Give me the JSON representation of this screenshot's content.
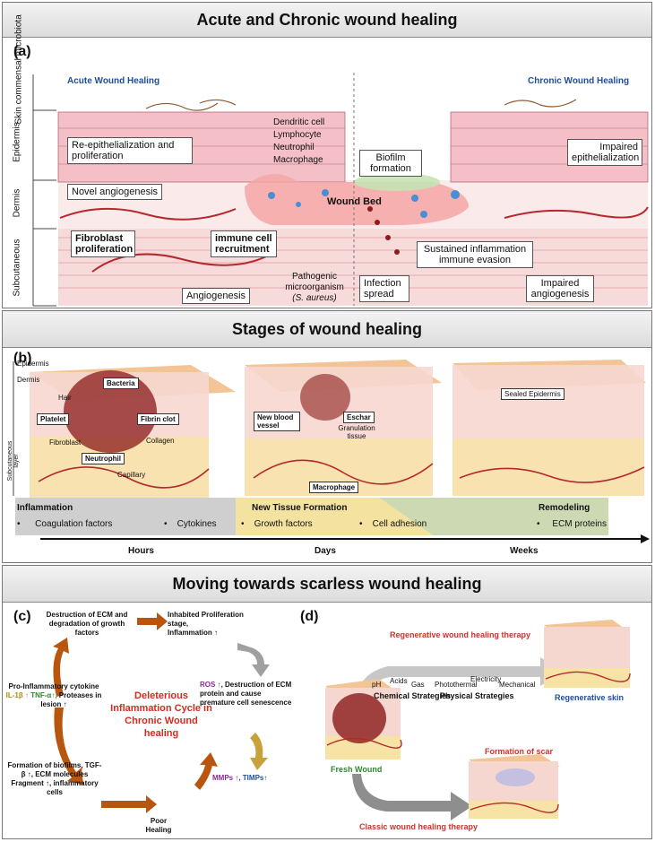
{
  "panel_a": {
    "banner": "Acute and Chronic wound healing",
    "label": "(a)",
    "layers": [
      "Skin commensal microbiota",
      "Epidermis",
      "Dermis",
      "Subcutaneous"
    ],
    "acute_title": "Acute Wound Healing",
    "chronic_title": "Chronic Wound Healing",
    "reepi": "Re-epithelialization and proliferation",
    "angio_novel": "Novel angiogenesis",
    "fibroblast": "Fibroblast proliferation",
    "immune_recruit": "immune cell recruitment",
    "angiogenesis": "Angiogenesis",
    "cells": [
      "Dendritic cell",
      "Lymphocyte",
      "Neutrophil",
      "Macrophage"
    ],
    "wound_bed": "Wound Bed",
    "biofilm": "Biofilm formation",
    "impaired_epi": "Impaired epithelialization",
    "sustained": "Sustained inflammation immune evasion",
    "pathogen": "Pathogenic microorganism",
    "pathogen_species": "(S. aureus)",
    "infection": "Infection spread",
    "impaired_angio": "Impaired angiogenesis"
  },
  "panel_b": {
    "banner": "Stages of wound healing",
    "label": "(b)",
    "side_labels": [
      "Epidermis",
      "Dermis",
      "Subcutaneous layer"
    ],
    "block1": {
      "hair": "Hair",
      "bacteria": "Bacteria",
      "platelet": "Platelet",
      "fibrin": "Fibrin clot",
      "fibroblast": "Fibroblast",
      "collagen": "Collagen",
      "neutrophil": "Neutrophil",
      "capillary": "Capillary"
    },
    "block2": {
      "vessel": "New blood vessel",
      "eschar": "Eschar",
      "granulation": "Granulation tissue",
      "macrophage": "Macrophage"
    },
    "block3": {
      "sealed": "Sealed Epidermis"
    },
    "stages": [
      "Inflammation",
      "New Tissue Formation",
      "Remodeling"
    ],
    "factors": [
      "Coagulation factors",
      "Cytokines",
      "Growth factors",
      "Cell adhesion",
      "ECM proteins"
    ],
    "time": [
      "Hours",
      "Days",
      "Weeks"
    ]
  },
  "panel_c": {
    "banner": "Moving towards scarless wound healing",
    "label": "(c)",
    "center": "Deleterious Inflammation Cycle in Chronic Wound healing",
    "n1": "Destruction of ECM and degradation of growth factors",
    "n2a": "Inhabited Proliferation stage,",
    "n2b": "Inflammation ↑",
    "n3a": "ROS ↑",
    "n3b": ", Destruction of ECM protein and cause premature cell senescence",
    "n4a": "MMPs ↑",
    "n4b": ", TIMPs↑",
    "n5": "Poor Healing",
    "n6a": "Formation of biofilms, TGF-β ↑,",
    "n6b": "ECM molecules Fragment ↑,",
    "n6c": "inflammatory cells",
    "n7a": "Pro-Inflammatory cytokine",
    "n7b": "IL-1β ↑",
    "n7c": "TNF-α↑,",
    "n7d": "Proteases in lesion ↑",
    "colors": {
      "brown": "#b8560f",
      "red": "#d52b1e",
      "olive": "#b08a00",
      "green": "#2f8a2f",
      "purple": "#8a2a9a",
      "blue": "#1f4e9a"
    }
  },
  "panel_d": {
    "label": "(d)",
    "regen_title": "Regenerative wound healing therapy",
    "icons": [
      "pH",
      "Acids",
      "Gas",
      "Photothermal",
      "Electricity",
      "Mechanical"
    ],
    "chemical": "Chemical Strategies",
    "physical": "Physical Strategies",
    "regen_skin": "Regenerative skin",
    "fresh": "Fresh Wound",
    "scar": "Formation of scar",
    "classic": "Classic wound healing therapy"
  }
}
